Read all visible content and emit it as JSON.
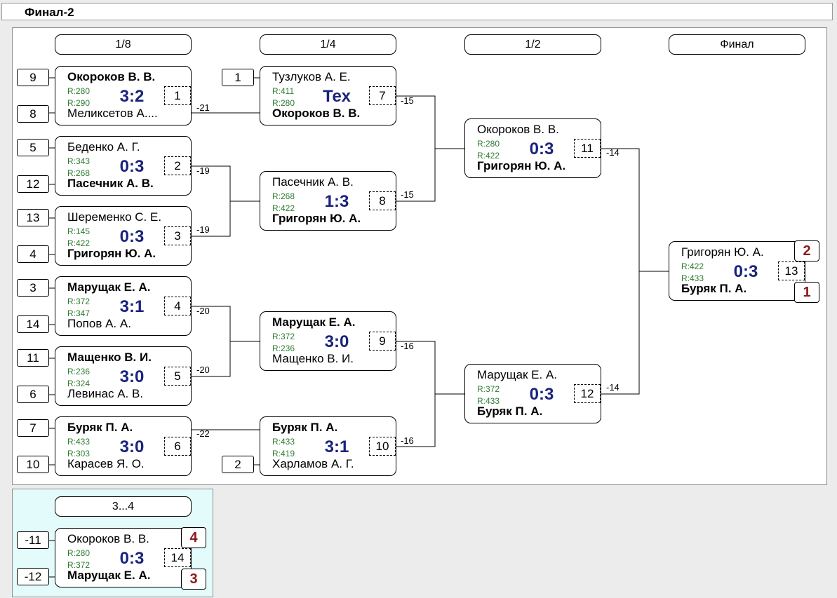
{
  "title": "Финал-2",
  "rounds": [
    "1/8",
    "1/4",
    "1/2",
    "Финал"
  ],
  "third_header": "3...4",
  "matches": {
    "m1": {
      "p1": "Окороков В. В.",
      "p2": "Меликсетов А....",
      "r1": "R:280",
      "r2": "R:290",
      "score": "3:2",
      "num": "1"
    },
    "m2": {
      "p1": "Беденко А. Г.",
      "p2": "Пасечник А. В.",
      "r1": "R:343",
      "r2": "R:268",
      "score": "0:3",
      "num": "2"
    },
    "m3": {
      "p1": "Шеременко С. Е.",
      "p2": "Григорян Ю. А.",
      "r1": "R:145",
      "r2": "R:422",
      "score": "0:3",
      "num": "3"
    },
    "m4": {
      "p1": "Марущак Е. А.",
      "p2": "Попов А. А.",
      "r1": "R:372",
      "r2": "R:347",
      "score": "3:1",
      "num": "4"
    },
    "m5": {
      "p1": "Мащенко В. И.",
      "p2": "Левинас А. В.",
      "r1": "R:236",
      "r2": "R:324",
      "score": "3:0",
      "num": "5"
    },
    "m6": {
      "p1": "Буряк П. А.",
      "p2": "Карасев Я. О.",
      "r1": "R:433",
      "r2": "R:303",
      "score": "3:0",
      "num": "6"
    },
    "m7": {
      "p1": "Тузлуков А. Е.",
      "p2": "Окороков В. В.",
      "r1": "R:411",
      "r2": "R:280",
      "score": "Тех",
      "num": "7"
    },
    "m8": {
      "p1": "Пасечник А. В.",
      "p2": "Григорян Ю. А.",
      "r1": "R:268",
      "r2": "R:422",
      "score": "1:3",
      "num": "8"
    },
    "m9": {
      "p1": "Марущак Е. А.",
      "p2": "Мащенко В. И.",
      "r1": "R:372",
      "r2": "R:236",
      "score": "3:0",
      "num": "9"
    },
    "m10": {
      "p1": "Буряк П. А.",
      "p2": "Харламов А. Г.",
      "r1": "R:433",
      "r2": "R:419",
      "score": "3:1",
      "num": "10"
    },
    "m11": {
      "p1": "Окороков В. В.",
      "p2": "Григорян Ю. А.",
      "r1": "R:280",
      "r2": "R:422",
      "score": "0:3",
      "num": "11"
    },
    "m12": {
      "p1": "Марущак Е. А.",
      "p2": "Буряк П. А.",
      "r1": "R:372",
      "r2": "R:433",
      "score": "0:3",
      "num": "12"
    },
    "m13": {
      "p1": "Григорян Ю. А.",
      "p2": "Буряк П. А.",
      "r1": "R:422",
      "r2": "R:433",
      "score": "0:3",
      "num": "13"
    },
    "m14": {
      "p1": "Окороков В. В.",
      "p2": "Марущак Е. А.",
      "r1": "R:280",
      "r2": "R:372",
      "score": "0:3",
      "num": "14"
    }
  },
  "seeds": {
    "m1": [
      "9",
      "8"
    ],
    "m2": [
      "5",
      "12"
    ],
    "m3": [
      "13",
      "4"
    ],
    "m4": [
      "3",
      "14"
    ],
    "m5": [
      "11",
      "6"
    ],
    "m6": [
      "7",
      "10"
    ],
    "m7": [
      "1"
    ],
    "m10": [
      "2"
    ],
    "m14": [
      "-11",
      "-12"
    ]
  },
  "losers": {
    "m1": "-21",
    "m2": "-19",
    "m3": "-19",
    "m4": "-20",
    "m5": "-20",
    "m6": "-22",
    "m7": "-15",
    "m8": "-15",
    "m9": "-16",
    "m10": "-16",
    "m11": "-14",
    "m12": "-14"
  },
  "places": {
    "final_top": "2",
    "final_bottom": "1",
    "third_top": "4",
    "third_bottom": "3"
  },
  "colors": {
    "score": "#1a237e",
    "rating": "#2e7d32",
    "place": "#8b1a1a",
    "third_bg": "#e3fbfb"
  }
}
